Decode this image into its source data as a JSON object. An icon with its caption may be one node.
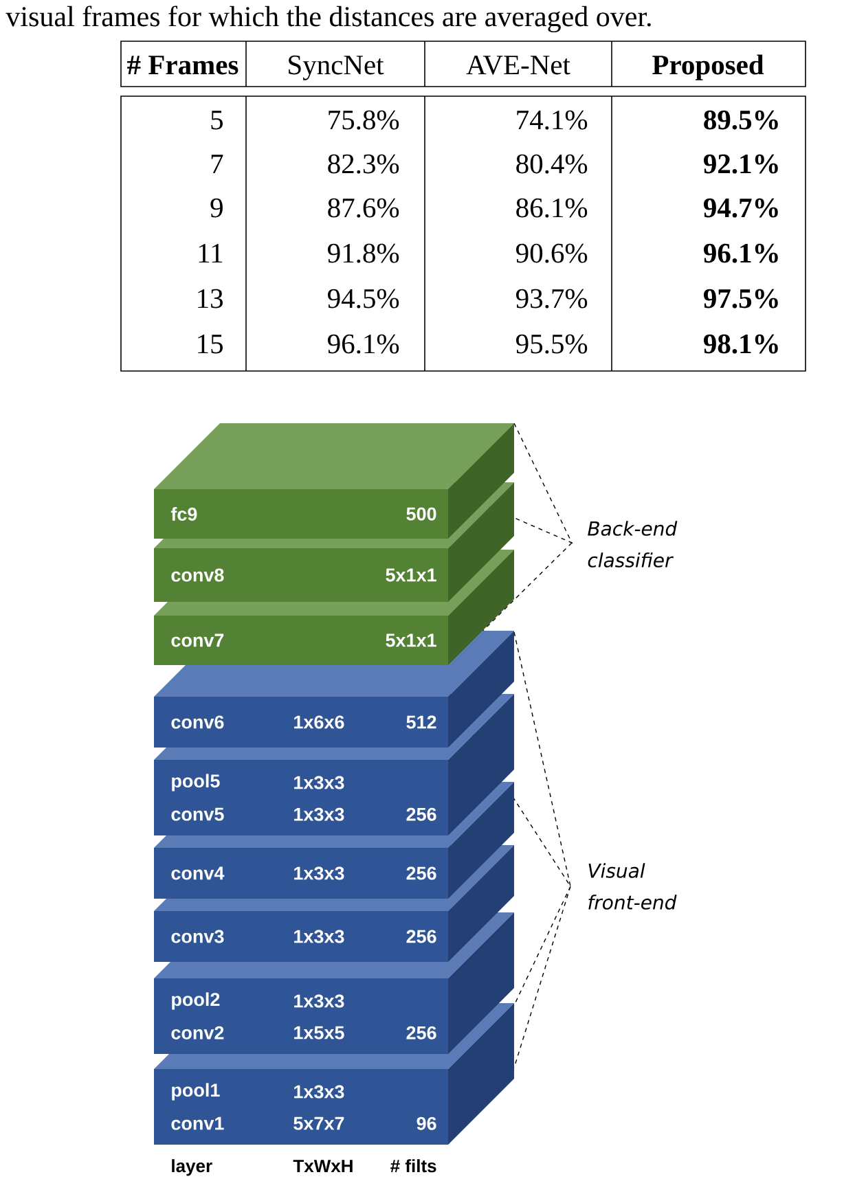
{
  "diagram": {
    "nodes": [
      {
        "text": [
          "fc9",
          "500"
        ]
      },
      {
        "text": [
          "conv8",
          "5x1x1"
        ]
      },
      {
        "text": [
          "conv7",
          "5x1x1"
        ]
      },
      {
        "text": [
          "conv6",
          "1x6x6",
          "512"
        ]
      },
      {
        "text": [
          "pool5",
          "1x3x3",
          "conv5",
          "1x3x3",
          "256"
        ]
      },
      {
        "text": [
          "conv4",
          "1x3x3",
          "256"
        ]
      },
      {
        "text": [
          "conv3",
          "1x3x3",
          "256"
        ]
      },
      {
        "text": [
          "pool2",
          "1x3x3",
          "conv2",
          "1x5x5",
          "256"
        ]
      },
      {
        "text": [
          "pool1",
          "1x3x3",
          "conv1",
          "5x7x7",
          "96"
        ]
      }
    ],
    "labels": [
      "visual frames for which the distances are averaged over.",
      "# Frames",
      "SyncNet",
      "AVE-Net",
      "Proposed",
      "5",
      "75.8%",
      "74.1%",
      "89.5%",
      "7",
      "82.3%",
      "80.4%",
      "92.1%",
      "9",
      "87.6%",
      "86.1%",
      "94.7%",
      "11",
      "91.8%",
      "90.6%",
      "96.1%",
      "13",
      "94.5%",
      "93.7%",
      "97.5%",
      "15",
      "96.1%",
      "95.5%",
      "98.1%",
      "layer",
      "TxWxH",
      "# filts",
      "Back-end classifier",
      "Visual front-end"
    ]
  }
}
